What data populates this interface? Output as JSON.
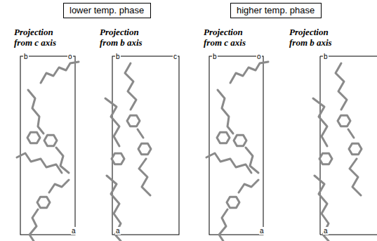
{
  "diagram": {
    "nodes": [
      {
        "text": [
          "lower temp. phase"
        ]
      },
      {
        "text": [
          "higher temp. phase"
        ]
      }
    ],
    "labels": [
      "Projection from c axis",
      "Projection from b axis",
      "Projection from c axis",
      "Projection from b axis",
      "b",
      "o",
      "a",
      "b",
      "c",
      "a",
      "b",
      "o",
      "a",
      "b",
      "a"
    ]
  }
}
